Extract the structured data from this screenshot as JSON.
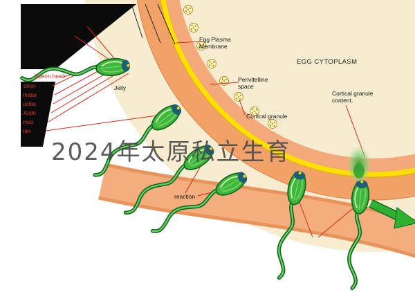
{
  "watermark": {
    "text": "2024年太原私立生育"
  },
  "labels": {
    "egg_plasma_membrane": "Egg Plasma Membrane",
    "egg_cytoplasm": "EGG CYTOPLASM",
    "perivitelline_space": "Perivitelline space",
    "cortical_granule": "Cortical granule",
    "cortical_granule_content": "Cortical granule content.",
    "jelly": "Jelly",
    "reaction": "reaction",
    "sperm_head": "Sperm head"
  },
  "fragments": [
    "chon",
    "mater",
    "ucleu",
    "Actin",
    "roso",
    "ran"
  ],
  "colors": {
    "cytoplasm_cream": "#f7ecd0",
    "jelly_cream": "#f7ecd0",
    "membrane_yellow": "#ffdf00",
    "perivitelline_salmon": "#f3a97a",
    "outer_band_orange": "#f2a268",
    "swoosh_salmon": "#f4ae7d",
    "sperm_green": "#3cb83c",
    "sperm_dark_green": "#11691b",
    "acrosome_blue": "#1b5e75",
    "pointer_red": "#d4281e",
    "granule_fill": "#fcf3ae",
    "granule_dot": "#7a5c18",
    "watermark_gray": "#4a4a4a",
    "panel_black": "#0a0a0a"
  }
}
